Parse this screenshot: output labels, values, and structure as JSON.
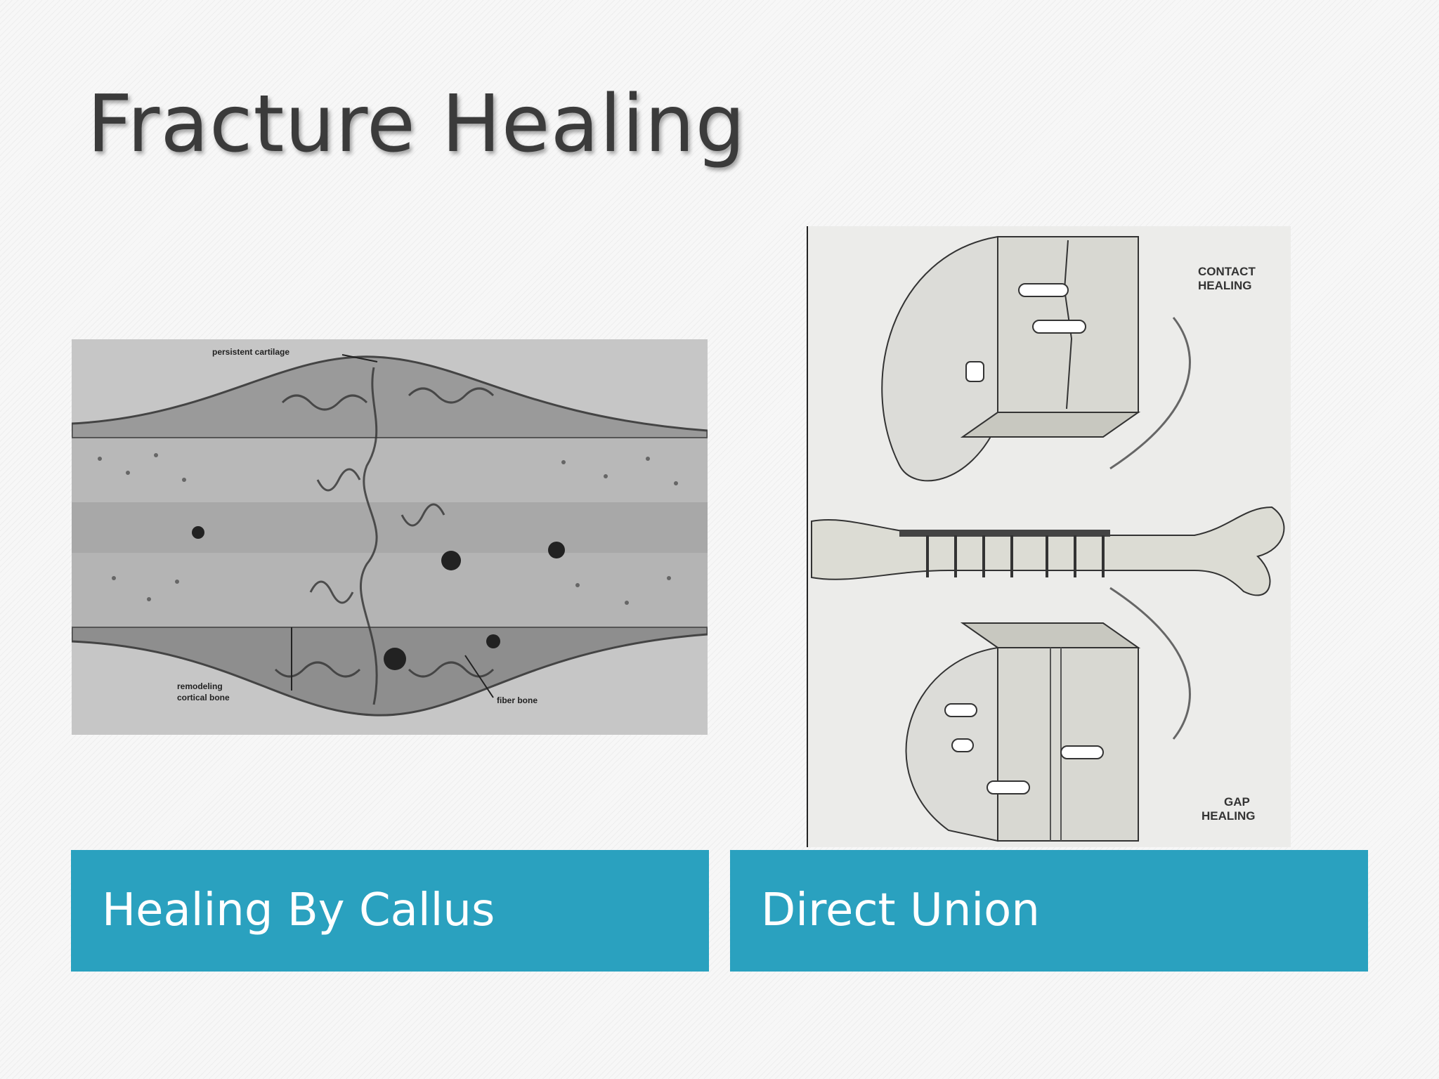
{
  "slide": {
    "title": "Fracture Healing",
    "captions": {
      "left": "Healing By Callus",
      "right": "Direct Union"
    }
  },
  "figures": {
    "callus": {
      "labels": {
        "top": "persistent cartilage",
        "bottom_left_line1": "remodeling",
        "bottom_left_line2": "cortical bone",
        "bottom_right": "fiber bone"
      }
    },
    "direct_union": {
      "labels": {
        "contact_line1": "CONTACT",
        "contact_line2": "HEALING",
        "gap_line1": "GAP",
        "gap_line2": "HEALING"
      }
    }
  },
  "colors": {
    "caption_bg": "#2aa1bf",
    "caption_text": "#ffffff",
    "title_text": "#3b3b3b"
  }
}
